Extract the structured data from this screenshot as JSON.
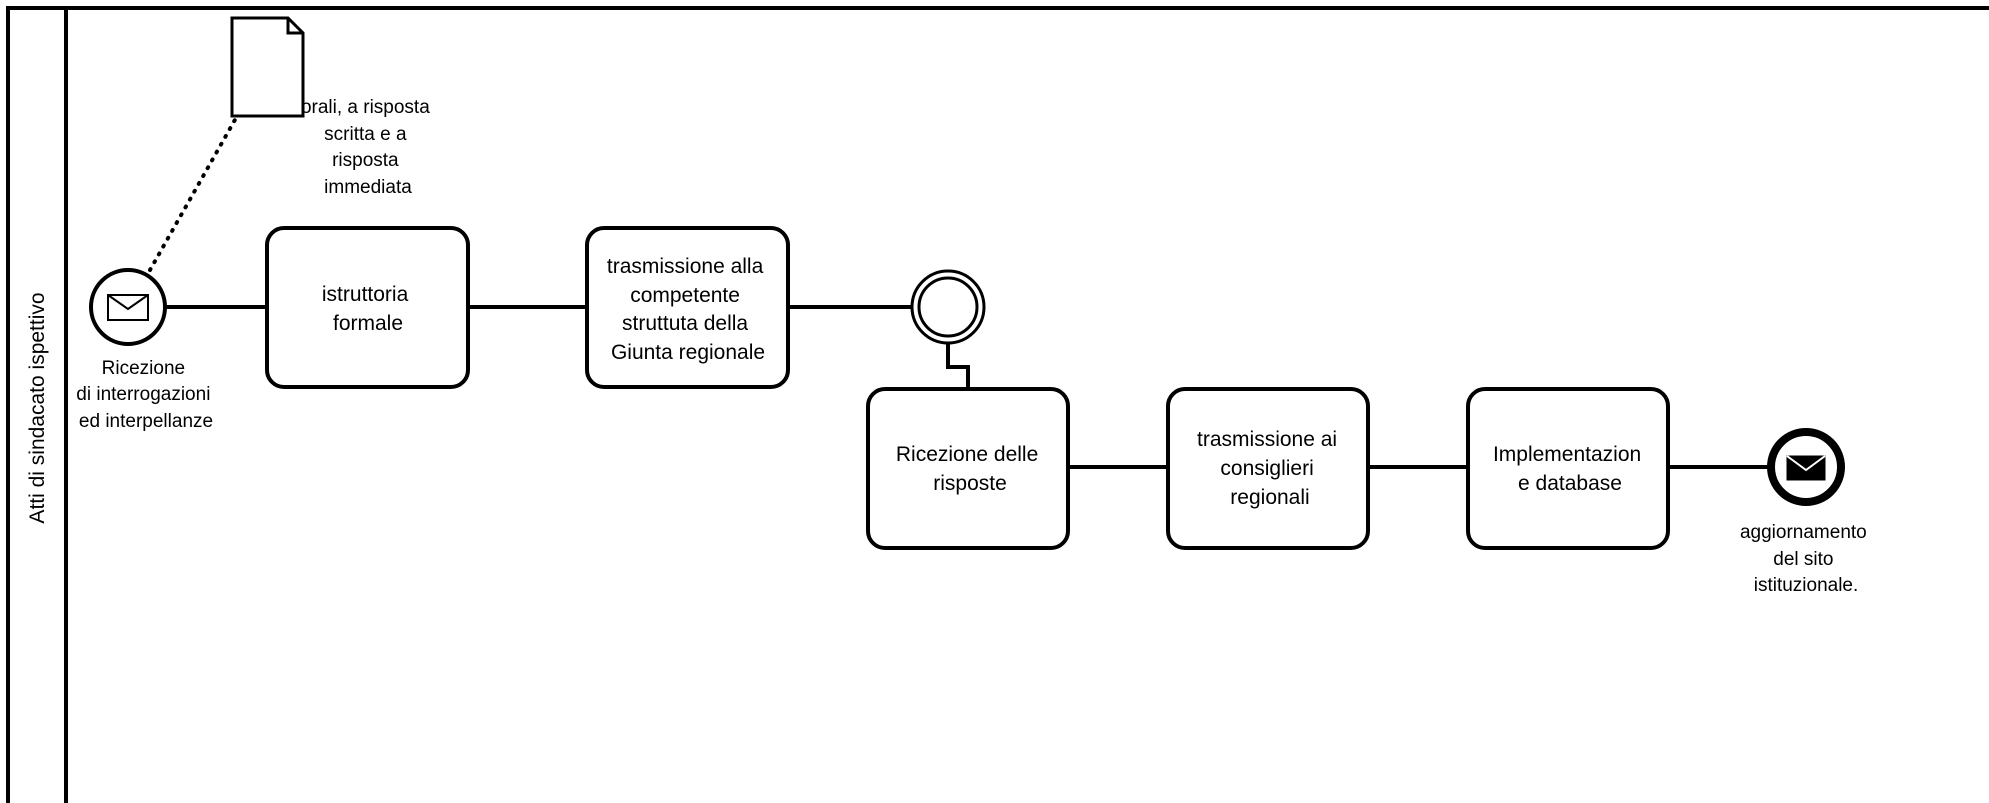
{
  "lane": {
    "label": "Atti di sindacato ispettivo"
  },
  "start_event": {
    "icon": "envelope-icon",
    "label_lines": [
      "Ricezione",
      "di interrogazioni",
      "ed interpellanze"
    ]
  },
  "data_object": {
    "label_lines": [
      "orali, a risposta",
      "scritta e a",
      "risposta",
      "immediata"
    ]
  },
  "tasks": [
    {
      "id": "istruttoria",
      "lines": [
        "istruttoria",
        "formale"
      ]
    },
    {
      "id": "trasmissione-giunta",
      "lines": [
        "trasmissione alla",
        "competente",
        "struttuta della",
        "Giunta regionale"
      ]
    },
    {
      "id": "ricezione-risposte",
      "lines": [
        "Ricezione delle",
        "risposte"
      ]
    },
    {
      "id": "trasmissione-consiglieri",
      "lines": [
        "trasmissione ai",
        "consiglieri",
        "regionali"
      ]
    },
    {
      "id": "implementazione",
      "lines": [
        "Implementazion",
        "e database"
      ]
    }
  ],
  "intermediate_event": {
    "label_lines": []
  },
  "end_event": {
    "icon": "envelope-filled-icon",
    "label_lines": [
      "aggiornamento",
      "del sito",
      "istituzionale."
    ]
  },
  "colors": {
    "stroke": "#000000",
    "fill": "#ffffff"
  }
}
